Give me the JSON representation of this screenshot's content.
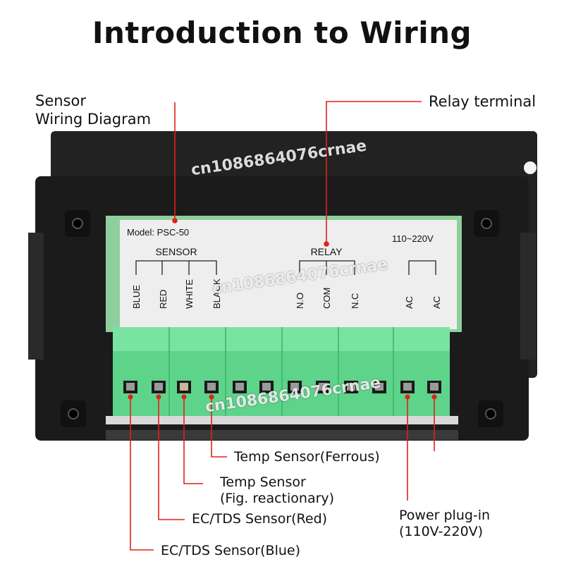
{
  "title": "Introduction to Wiring",
  "callouts": {
    "sensor_diagram_line1": "Sensor",
    "sensor_diagram_line2": "Wiring Diagram",
    "relay_terminal": "Relay terminal",
    "temp_ferrous": "Temp Sensor(Ferrous)",
    "temp_sensor_line1": "Temp Sensor",
    "temp_sensor_line2": "(Fig. reactionary)",
    "ec_red": "EC/TDS Sensor(Red)",
    "ec_blue": "EC/TDS Sensor(Blue)",
    "power_line1": "Power plug-in",
    "power_line2": "(110V-220V)"
  },
  "device": {
    "model": "Model: PSC-50",
    "voltage": "110~220V",
    "sensor_group": "SENSOR",
    "relay_group": "RELAY",
    "sensor_pins": [
      "BLUE",
      "RED",
      "WHITE",
      "BLACK"
    ],
    "relay_pins": [
      "N.O",
      "COM",
      "N.C"
    ],
    "ac_pins": [
      "AC",
      "AC"
    ]
  },
  "watermark": "cn1086864076crnae",
  "colors": {
    "leader_line": "#e0201a",
    "terminal_block": "#5ed38a",
    "device_body": "#1b1b1b",
    "label_panel": "#eeeeee"
  }
}
